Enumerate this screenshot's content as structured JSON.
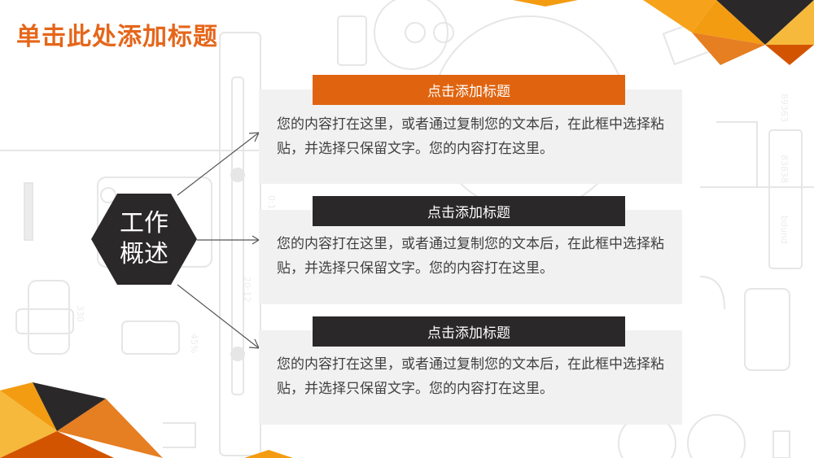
{
  "slide": {
    "title": "单击此处添加标题",
    "center_label_line1": "工作",
    "center_label_line2": "概述"
  },
  "colors": {
    "accent_orange": "#e5661a",
    "dark": "#2b2829",
    "card_bg": "#f1f1f1",
    "text": "#3f3f3f"
  },
  "items": [
    {
      "heading": "点击添加标题",
      "heading_color": "#e0640f",
      "body": "您的内容打在这里，或者通过复制您的文本后，在此框中选择粘贴，并选择只保留文字。您的内容打在这里。"
    },
    {
      "heading": "点击添加标题",
      "heading_color": "#2b2829",
      "body": "您的内容打在这里，或者通过复制您的文本后，在此框中选择粘贴，并选择只保留文字。您的内容打在这里。"
    },
    {
      "heading": "点击添加标题",
      "heading_color": "#2b2829",
      "body": "您的内容打在这里，或者通过复制您的文本后，在此框中选择粘贴，并选择只保留文字。您的内容打在这里。"
    }
  ]
}
